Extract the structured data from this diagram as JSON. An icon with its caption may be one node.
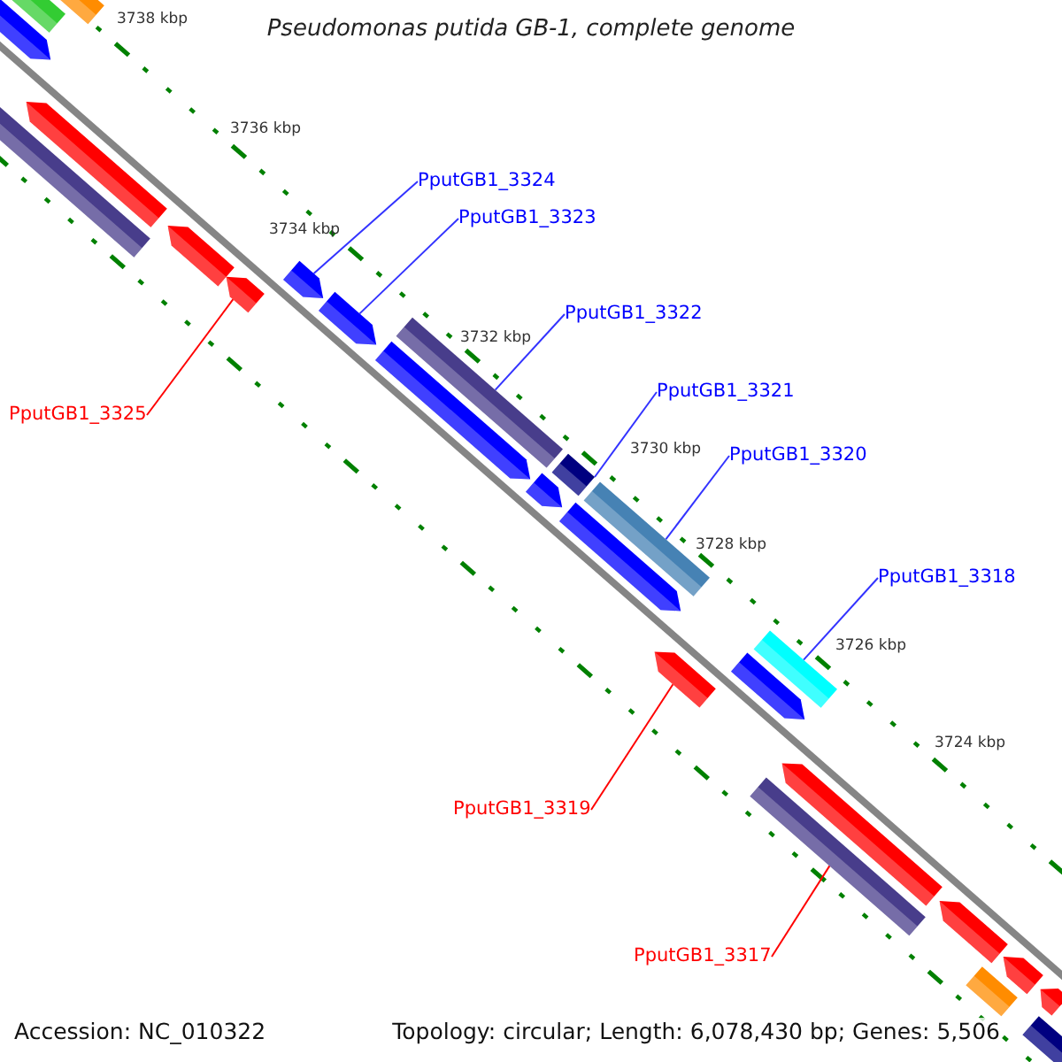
{
  "diagram": {
    "title": "Pseudomonas putida GB-1, complete genome",
    "nodes": [
      {
        "text": [
          "PputGB1_3324"
        ]
      },
      {
        "text": [
          "PputGB1_3323"
        ]
      },
      {
        "text": [
          "PputGB1_3322"
        ]
      },
      {
        "text": [
          "PputGB1_3321"
        ]
      },
      {
        "text": [
          "PputGB1_3325"
        ]
      },
      {
        "text": [
          "PputGB1_3320"
        ]
      },
      {
        "text": [
          "PputGB1_3318"
        ]
      },
      {
        "text": [
          "PputGB1_3319"
        ]
      },
      {
        "text": [
          "PputGB1_3317"
        ]
      },
      {
        "text": [],
        "shape": "bar"
      },
      {
        "text": [],
        "shape": "bar"
      },
      {
        "text": [],
        "shape": "bar"
      },
      {
        "text": [],
        "shape": "bar"
      },
      {
        "text": [],
        "shape": "bar"
      },
      {
        "text": [],
        "shape": "bar"
      },
      {
        "text": [],
        "shape": "bar"
      },
      {
        "text": [],
        "shape": "bar"
      },
      {
        "text": [],
        "shape": "bar"
      },
      {
        "text": [],
        "shape": "bar"
      },
      {
        "text": [],
        "shape": "bar"
      },
      {
        "text": [],
        "shape": "bar"
      },
      {
        "text": [],
        "shape": "bar"
      },
      {
        "text": [],
        "shape": "bar"
      },
      {
        "text": [],
        "shape": "bar"
      },
      {
        "text": [],
        "shape": "bar"
      },
      {
        "text": [],
        "shape": "bar"
      },
      {
        "text": [],
        "shape": "bar"
      },
      {
        "text": [],
        "shape": "bar"
      },
      {
        "text": [],
        "shape": "bar"
      },
      {
        "text": [],
        "shape": "bar"
      },
      {
        "text": [],
        "shape": "bar"
      },
      {
        "text": [],
        "shape": "bar"
      },
      {
        "text": [],
        "shape": "bar"
      },
      {
        "text": [],
        "shape": "bar"
      }
    ],
    "edges": [
      {
        "from": 0,
        "to": 16,
        "arrow": "none"
      },
      {
        "from": 1,
        "to": 17,
        "arrow": "none"
      },
      {
        "from": 2,
        "to": 19,
        "arrow": "none"
      },
      {
        "from": 3,
        "to": 21,
        "arrow": "none"
      },
      {
        "from": 4,
        "to": 15,
        "arrow": "none",
        "color": "#ff0000"
      },
      {
        "from": 5,
        "to": 23,
        "arrow": "none"
      },
      {
        "from": 6,
        "to": 26,
        "arrow": "none"
      },
      {
        "from": 7,
        "to": 24,
        "arrow": "none",
        "color": "#ff0000"
      },
      {
        "from": 8,
        "to": 27,
        "arrow": "none",
        "color": "#ff0000"
      }
    ],
    "labels": [
      "3738 kbp",
      "3736 kbp",
      "3734 kbp",
      "3732 kbp",
      "3730 kbp",
      "3728 kbp",
      "3726 kbp",
      "3724 kbp",
      "Accession: NC_010322",
      "Topology: circular; Length: 6,078,430 bp; Genes: 5,506"
    ]
  }
}
